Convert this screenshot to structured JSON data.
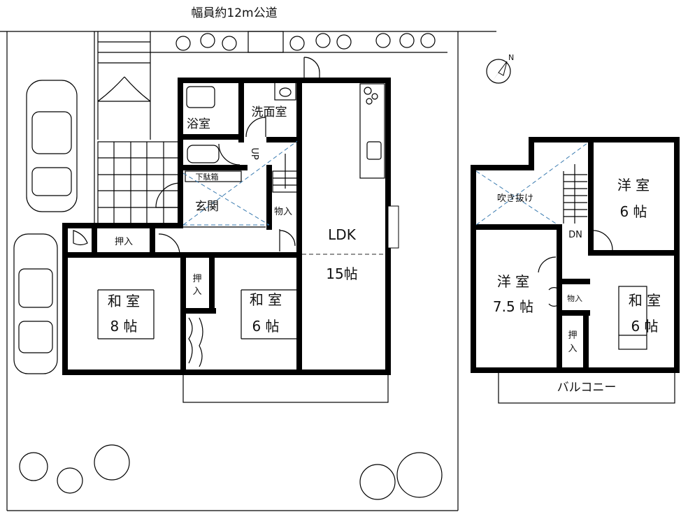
{
  "road": {
    "label": "幅員約12m公道"
  },
  "compass": {
    "label": "N"
  },
  "floor1": {
    "bath": "浴室",
    "washroom": "洗面室",
    "up": "UP",
    "shoe_box": "下駄箱",
    "entrance": "玄関",
    "storage": "物入",
    "ldk": "LDK",
    "ldk_size": "15帖",
    "closet_a": "押入",
    "closet_b1": "押",
    "closet_b2": "入",
    "japanese_8_a": "和 室",
    "japanese_8_b": "8 帖",
    "japanese_6_a": "和 室",
    "japanese_6_b": "6 帖"
  },
  "floor2": {
    "void": "吹き抜け",
    "western_6_a": "洋 室",
    "western_6_b": "6 帖",
    "dn": "DN",
    "western_75_a": "洋 室",
    "western_75_b": "7.5 帖",
    "storage": "物入",
    "closet1": "押",
    "closet2": "入",
    "japanese_6_a": "和 室",
    "japanese_6_b": "6 帖",
    "balcony": "バルコニー"
  }
}
